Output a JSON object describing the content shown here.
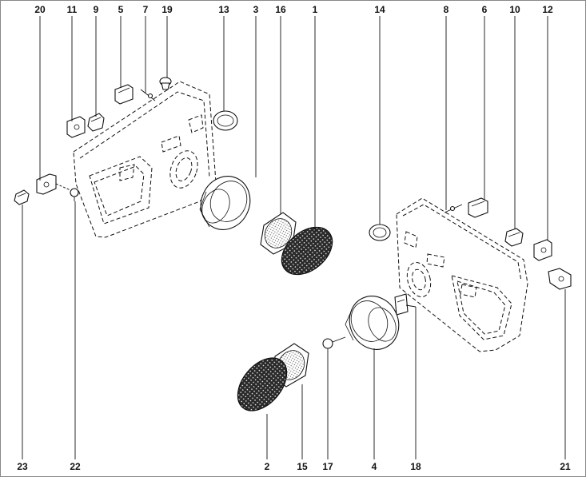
{
  "callouts": {
    "top": [
      "20",
      "11",
      "9",
      "5",
      "7",
      "19",
      "13",
      "3",
      "16",
      "1",
      "14",
      "8",
      "6",
      "10",
      "12"
    ],
    "bottom": [
      "23",
      "22",
      "2",
      "15",
      "17",
      "4",
      "18",
      "21"
    ]
  },
  "colors": {
    "line": "#111111",
    "background": "#ffffff",
    "speaker_grille": "#2a2a2a"
  }
}
